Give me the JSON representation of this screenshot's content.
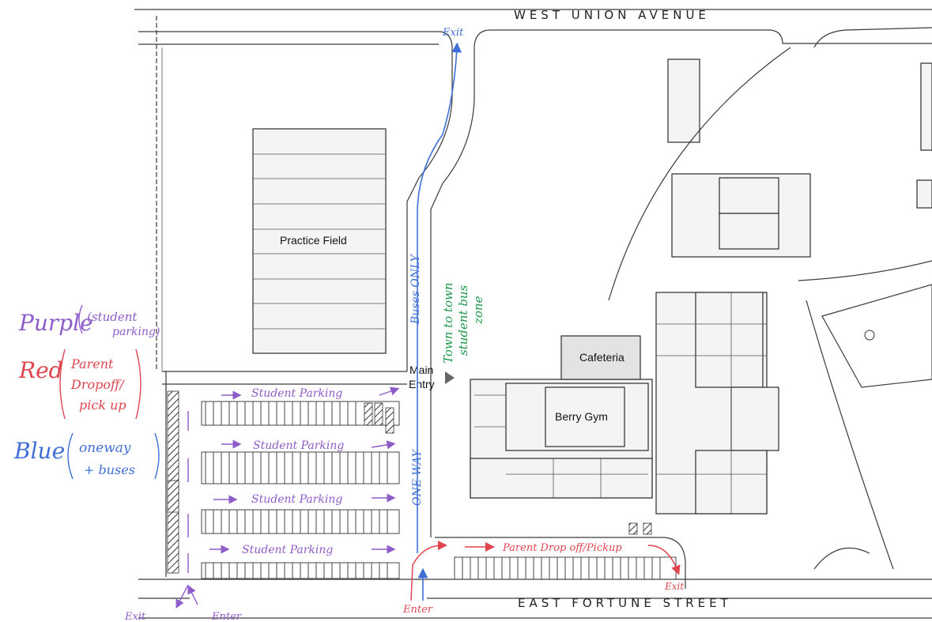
{
  "streets": {
    "north": "WEST UNION AVENUE",
    "south": "EAST FORTUNE STREET"
  },
  "places": {
    "practice_field": "Practice Field",
    "cafeteria": "Cafeteria",
    "gym": "Berry Gym",
    "main_entry_line1": "Main",
    "main_entry_line2": "Entry"
  },
  "legend": {
    "purple_name": "Purple",
    "purple_desc_1": "(student",
    "purple_desc_2": "parking)",
    "red_name": "Red",
    "red_desc_1": "Parent",
    "red_desc_2": "Dropoff/",
    "red_desc_3": "pick up",
    "blue_name": "Blue",
    "blue_desc_1": "oneway",
    "blue_desc_2": "+ buses"
  },
  "annotations": {
    "exit_top": "Exit",
    "buses_only": "Buses ONLY",
    "one_way": "ONE WAY",
    "town_zone_1": "Town to town",
    "town_zone_2": "student bus",
    "town_zone_3": "zone",
    "student_parking_row1": "Student Parking",
    "student_parking_row2": "Student Parking",
    "student_parking_row3": "Student Parking",
    "student_parking_row4": "Student Parking",
    "parent_dropoff": "Parent Drop off/Pickup",
    "exit_bottom_left": "Exit",
    "enter_bottom_left": "Enter",
    "enter_bottom_mid": "Enter",
    "exit_bottom_right": "Exit"
  },
  "colors": {
    "purple": "#8e5cc8",
    "red": "#e0454f",
    "blue": "#3f6fd6",
    "green": "#1f9a4a",
    "ink": "#2b2b2b"
  },
  "icons": [
    "arrow-up-icon",
    "arrow-right-icon",
    "double-arrow-icon",
    "main-entry-marker-icon"
  ]
}
